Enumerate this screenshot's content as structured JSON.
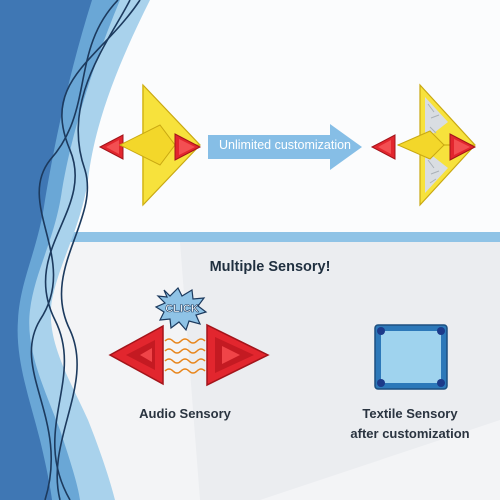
{
  "top_panel": {
    "arrow_label": "Unlimited customization"
  },
  "bottom_panel": {
    "heading": "Multiple Sensory!",
    "click_badge_text": "CLICK",
    "audio_label": "Audio Sensory",
    "textile_label_line1": "Textile Sensory",
    "textile_label_line2": "after customization"
  },
  "colors": {
    "deep_blue": "#3f77b4",
    "mid_blue": "#6aa7d6",
    "light_blue": "#a9d2ec",
    "wire_navy": "#1c3a5e",
    "tile_red": "#e2262e",
    "tile_yellow": "#f7e23c",
    "tile_blue": "#2c78b9",
    "tile_light_blue": "#9fd3ee",
    "arrow_blue": "#86bee6",
    "spring_orange": "#e8861d"
  },
  "icons": [
    "airplane-tile-model-icon",
    "airplane-tile-model-foil-icon",
    "click-burst-icon",
    "triangle-tile-icon",
    "spring-icon",
    "square-tile-icon"
  ]
}
